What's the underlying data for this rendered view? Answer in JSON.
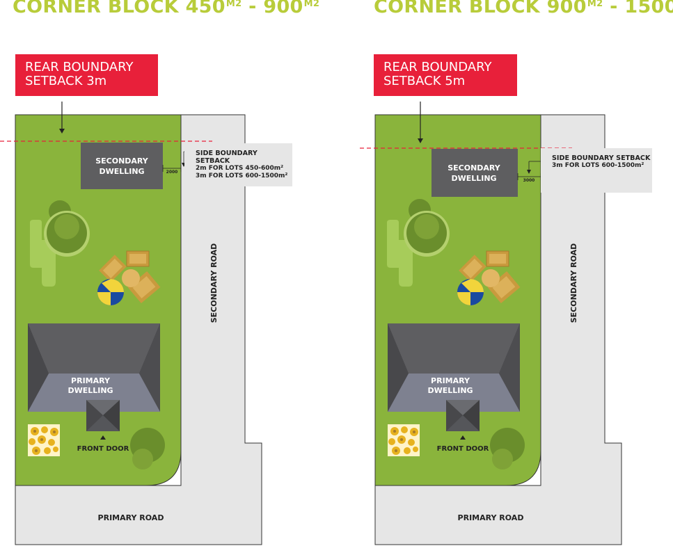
{
  "panels": [
    {
      "title_main": "CORNER BLOCK  450",
      "title_sup1": "M2",
      "title_mid": " - 900",
      "title_sup2": "M2",
      "rear_setback_line1": "REAR BOUNDARY",
      "rear_setback_line2": "SETBACK 3m",
      "secondary_dwelling_line1": "SECONDARY",
      "secondary_dwelling_line2": "DWELLING",
      "dimension": "2000",
      "side_setback_heading": "SIDE BOUNDARY SETBACK",
      "side_setback_line1": "2m FOR LOTS 450-600m²",
      "side_setback_line2": "3m FOR LOTS 600-1500m²",
      "primary_dwelling_line1": "PRIMARY",
      "primary_dwelling_line2": "DWELLING",
      "front_door": "FRONT DOOR",
      "secondary_road": "SECONDARY ROAD",
      "primary_road": "PRIMARY ROAD"
    },
    {
      "title_main": "CORNER BLOCK  900",
      "title_sup1": "M2",
      "title_mid": " - 1500",
      "title_sup2": "M2",
      "rear_setback_line1": "REAR BOUNDARY",
      "rear_setback_line2": "SETBACK 5m",
      "secondary_dwelling_line1": "SECONDARY",
      "secondary_dwelling_line2": "DWELLING",
      "dimension": "3000",
      "side_setback_heading": "SIDE BOUNDARY SETBACK",
      "side_setback_line1": "3m FOR LOTS 600-1500m²",
      "primary_dwelling_line1": "PRIMARY",
      "primary_dwelling_line2": "DWELLING",
      "front_door": "FRONT DOOR",
      "secondary_road": "SECONDARY ROAD",
      "primary_road": "PRIMARY ROAD"
    }
  ],
  "colors": {
    "title_green": "#b8cc3a",
    "lot_green": "#8ab43c",
    "road_grey": "#e6e6e6",
    "setback_red": "#e8203a",
    "dwelling_grey": "#5e5e60",
    "roof_blue_grey": "#7e8190"
  },
  "icons": [
    "down-arrow-icon",
    "tree-icon",
    "umbrella-icon",
    "sun-lounger-icon",
    "flower-bed-icon",
    "front-door-arrow-icon"
  ]
}
